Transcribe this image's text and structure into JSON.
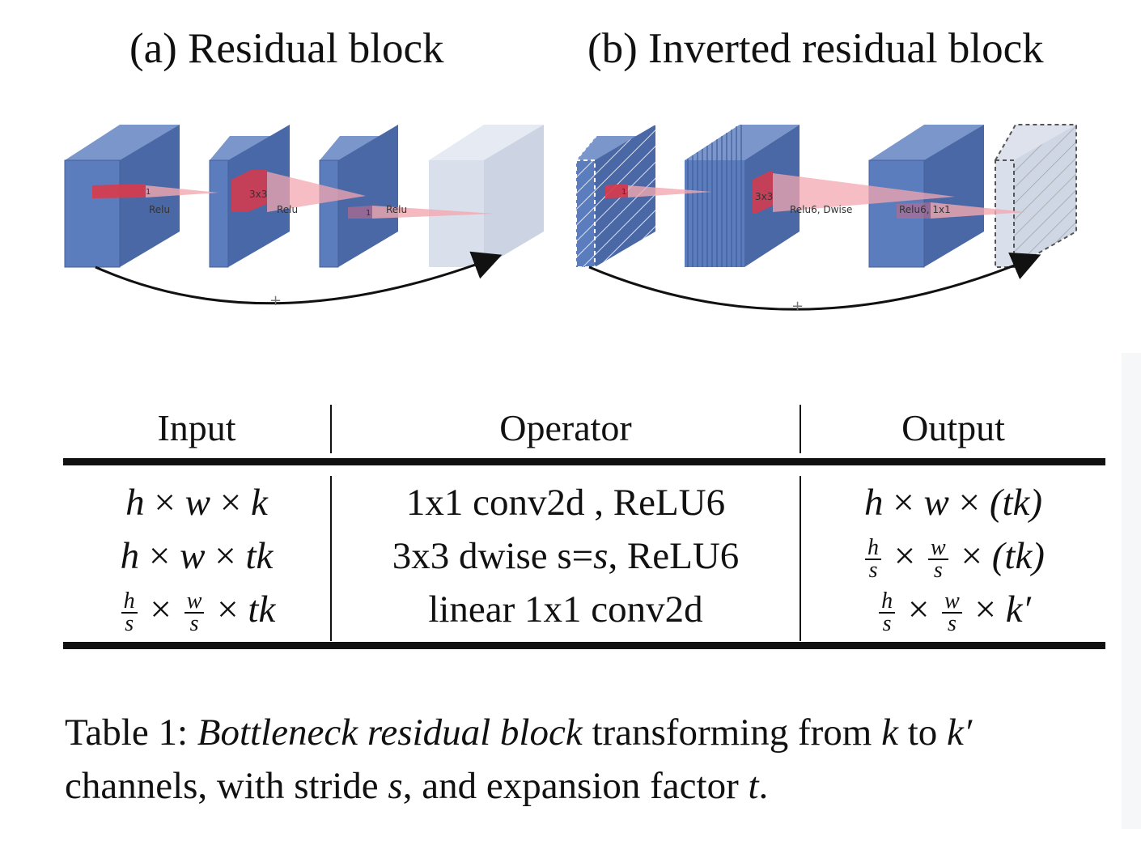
{
  "panels": {
    "a": {
      "title": "(a) Residual block",
      "labels": {
        "k1": "1",
        "relu1": "Relu",
        "k3": "3x3",
        "relu2": "Relu",
        "k4": "1",
        "relu3": "Relu",
        "plus": "+"
      }
    },
    "b": {
      "title": "(b) Inverted residual block",
      "labels": {
        "k1": "1",
        "k3": "3x3",
        "relu6_dwise": "Relu6, Dwise",
        "relu6_1x1": "Relu6, 1x1",
        "plus": "+"
      }
    }
  },
  "colors": {
    "block_fill": "#5b7dbd",
    "block_side": "#4a68a6",
    "block_top": "#7b96cb",
    "faded_fill": "#d9dfeb",
    "kernel_red": "#d93a4a",
    "kernel_cone": "#f3a7b0"
  },
  "table": {
    "headers": [
      "Input",
      "Operator",
      "Output"
    ],
    "rows": [
      {
        "input": {
          "h": "h",
          "x1": "×",
          "w": "w",
          "x2": "×",
          "k": "k"
        },
        "operator": "1x1 conv2d , ReLU6",
        "output": {
          "h": "h",
          "x1": "×",
          "w": "w",
          "x2": "×",
          "rest": "(tk)"
        }
      },
      {
        "input": {
          "h": "h",
          "x1": "×",
          "w": "w",
          "x2": "×",
          "k": "tk"
        },
        "operator": {
          "pre": "3x3 dwise s=",
          "s": "s",
          "post": ", ReLU6"
        },
        "output": {
          "h_num": "h",
          "h_den": "s",
          "x1": "×",
          "w_num": "w",
          "w_den": "s",
          "x2": "×",
          "rest": "(tk)"
        }
      },
      {
        "input": {
          "h_num": "h",
          "h_den": "s",
          "x1": "×",
          "w_num": "w",
          "w_den": "s",
          "x2": "×",
          "k": "tk"
        },
        "operator": "linear 1x1 conv2d",
        "output": {
          "h_num": "h",
          "h_den": "s",
          "x1": "×",
          "w_num": "w",
          "w_den": "s",
          "x2": "×",
          "rest": "k′"
        }
      }
    ]
  },
  "caption": {
    "prefix": "Table 1: ",
    "italic_title": "Bottleneck residual block",
    "mid1": " transforming from ",
    "k": "k",
    "mid2": " to ",
    "kprime": "k′",
    "mid3": " channels, with stride ",
    "s": "s",
    "mid4": ", and expansion factor ",
    "t": "t",
    "end": "."
  }
}
